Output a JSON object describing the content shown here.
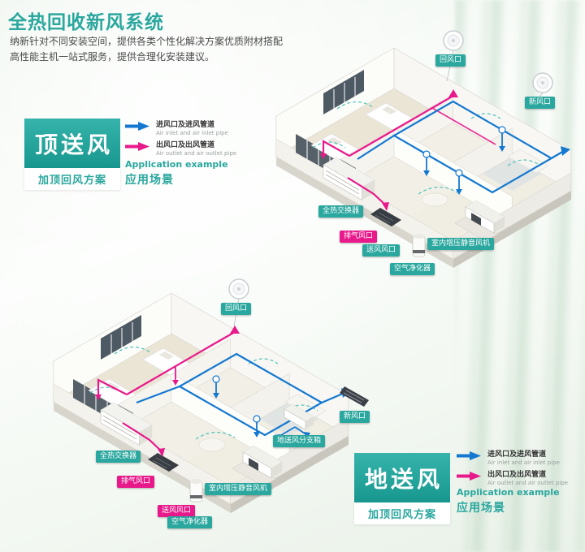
{
  "header": {
    "title": "全热回收新风系统",
    "subtitle_line1": "纳新针对不同安装空间，提供各类个性化解决方案优质附材搭配",
    "subtitle_line2": "高性能主机一站式服务，提供合理化安装建议。"
  },
  "legend": {
    "inlet_label": "进风口及进风管道",
    "inlet_sublabel": "Air inlet and air inlet pipe",
    "outlet_label": "出风口及出风管道",
    "outlet_sublabel": "Air outlet and air outlet pipe"
  },
  "sections": {
    "top": {
      "badge_title": "顶送风",
      "badge_subtitle": "加顶回风方案",
      "app_example_en": "Application example",
      "app_example_zh": "应用场景"
    },
    "bottom": {
      "badge_title": "地送风",
      "badge_subtitle": "加顶回风方案",
      "app_example_en": "Application example",
      "app_example_zh": "应用场景"
    }
  },
  "houses": {
    "house1": {
      "labels": {
        "return_vent": "回风口",
        "fresh_vent": "新风口",
        "heat_exchanger": "全热交换器",
        "booster_fan": "室内增压静音风机",
        "exhaust_vent": "排气风口",
        "supply_vent": "送风风口",
        "air_purifier": "空气净化器"
      }
    },
    "house2": {
      "labels": {
        "return_vent": "回风口",
        "fresh_vent": "新风口",
        "heat_exchanger": "全热交换器",
        "booster_fan": "室内增压静音风机",
        "floor_branch_box": "地送风分支箱",
        "exhaust_vent": "排气风口",
        "supply_vent": "送风风口",
        "air_purifier": "空气净化器"
      }
    }
  },
  "icons": {
    "return_vent_icon": "round-ceiling-diffuser",
    "fresh_vent_icon": "round-wall-diffuser",
    "fresh_vent_grille_icon": "linear-floor-grille",
    "inlet_arrow_icon": "blue-right-arrow",
    "outlet_arrow_icon": "pink-right-arrow"
  },
  "colors": {
    "accent_teal": "#2aa79e",
    "inlet_blue": "#1478d0",
    "outlet_pink": "#e8198b"
  }
}
